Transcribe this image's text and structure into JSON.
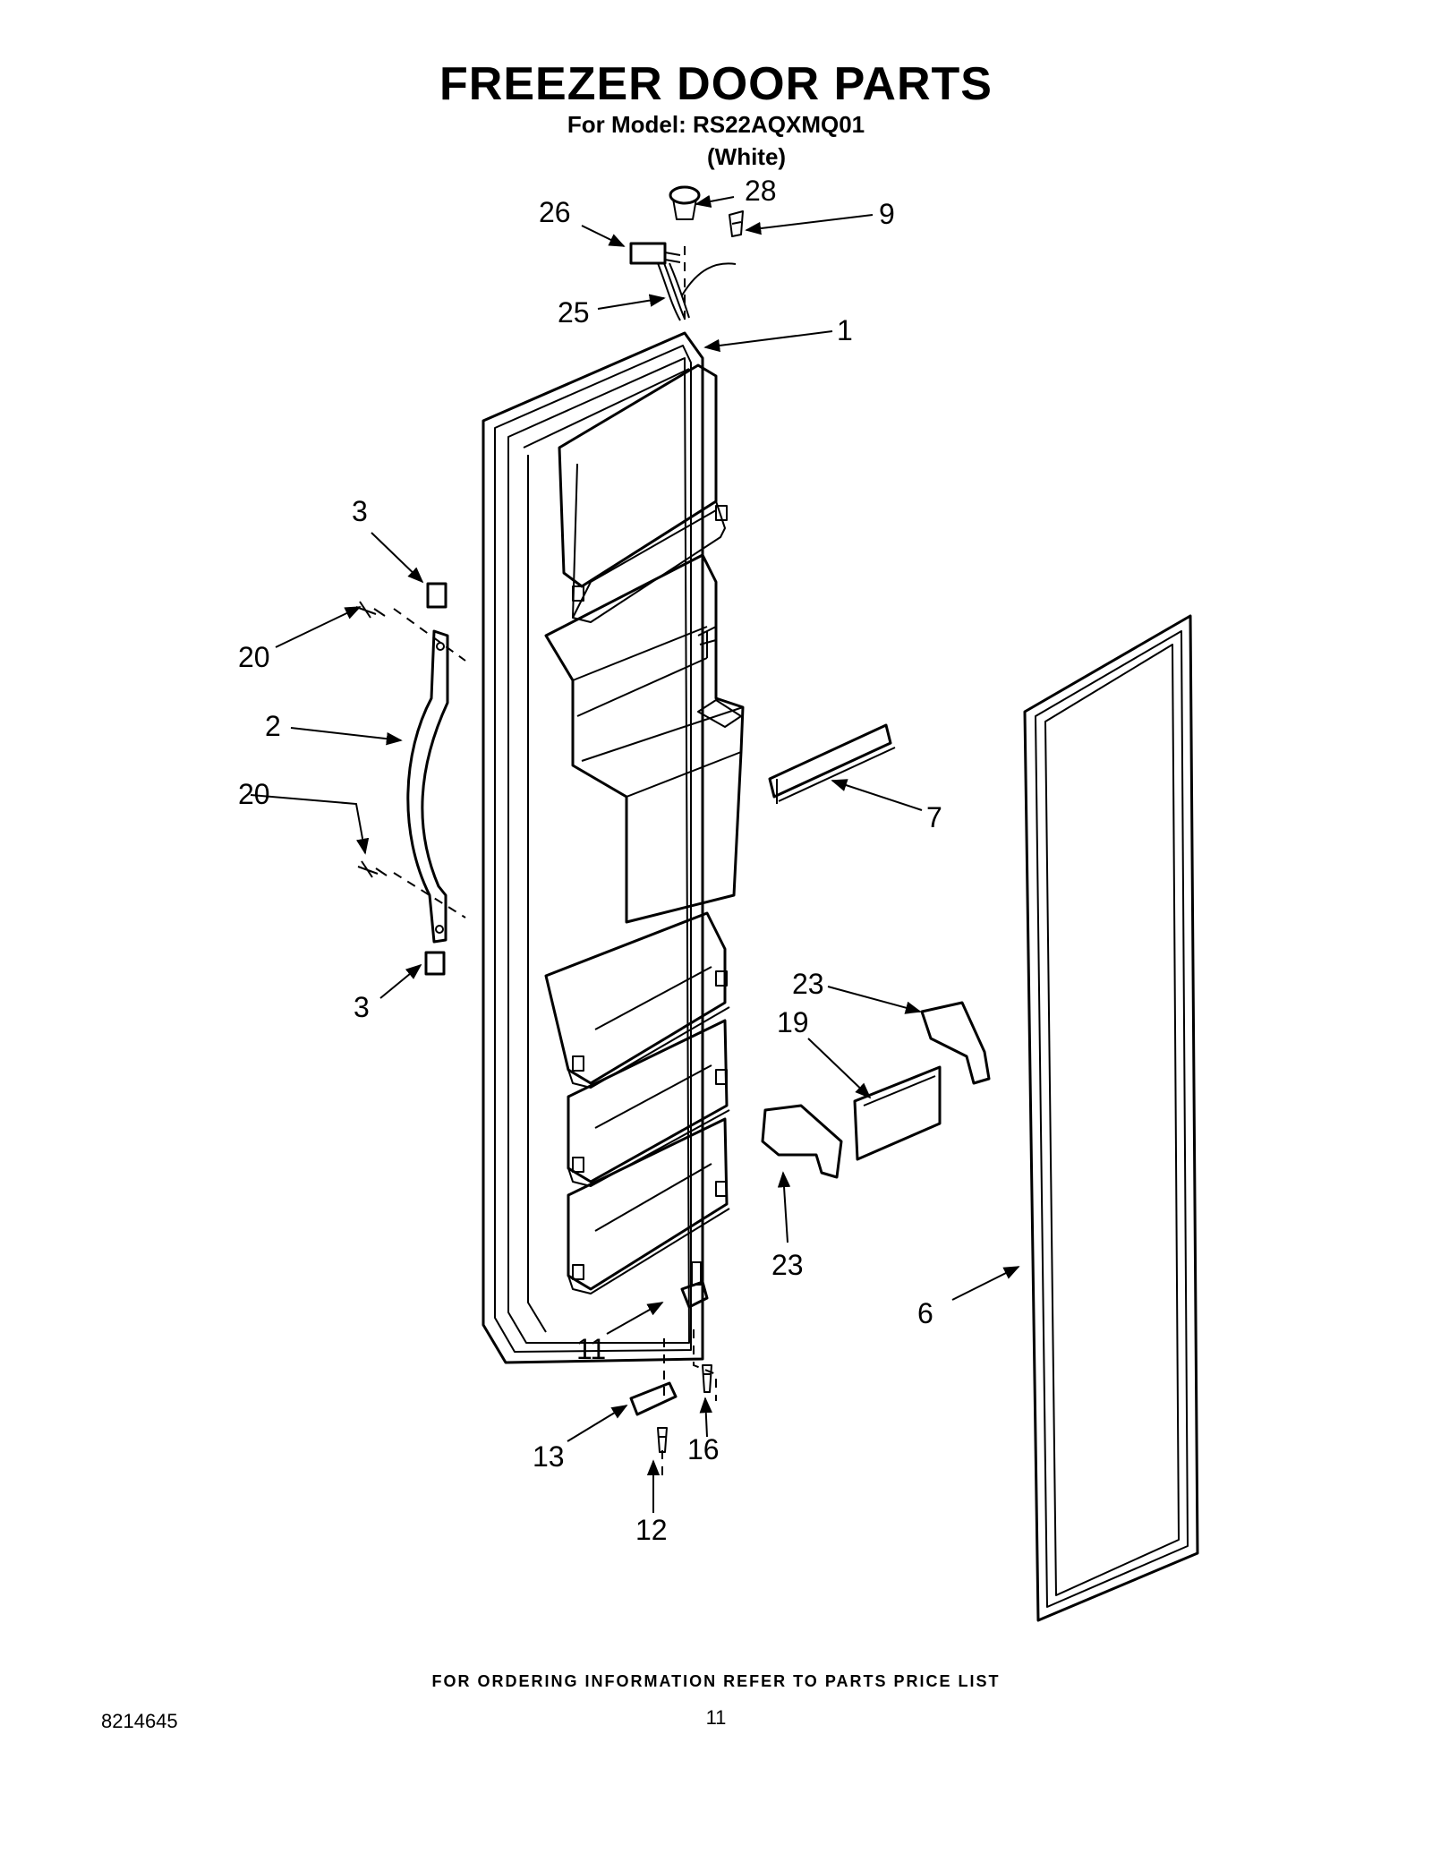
{
  "header": {
    "title": "FREEZER DOOR PARTS",
    "subtitle": "For Model: RS22AQXMQ01",
    "color": "(White)"
  },
  "callouts": [
    "1",
    "2",
    "3",
    "3",
    "6",
    "7",
    "9",
    "11",
    "12",
    "13",
    "16",
    "19",
    "20",
    "20",
    "23",
    "23",
    "25",
    "26",
    "28"
  ],
  "footer": {
    "ordering_note": "FOR ORDERING INFORMATION REFER TO PARTS PRICE LIST",
    "doc_number": "8214645",
    "page_number": "11"
  }
}
